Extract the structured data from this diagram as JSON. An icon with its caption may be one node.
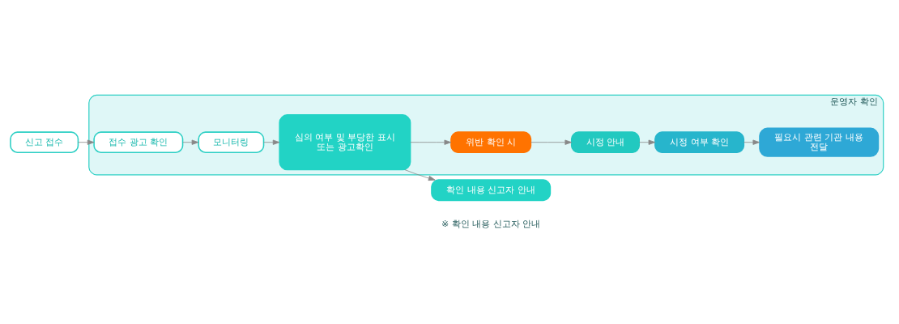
{
  "diagram": {
    "nodes": [
      {
        "text": [
          "신고 접수"
        ]
      },
      {
        "text": [
          "운영자 확인"
        ]
      },
      {
        "text": [
          "접수 광고 확인"
        ],
        "in": 1
      },
      {
        "text": [
          "모니터링"
        ],
        "in": 1
      },
      {
        "text": [
          "심의 여부 및 부당한 표시 또는 광고확인"
        ],
        "in": 1
      },
      {
        "text": [
          "위반 확인 시"
        ],
        "in": 1
      },
      {
        "text": [
          "시정 안내"
        ],
        "in": 1
      },
      {
        "text": [
          "시정 여부 확인"
        ],
        "in": 1
      },
      {
        "text": [
          "필요시 관련 기관 내용 전달"
        ],
        "in": 1
      },
      {
        "text": [
          "확인 내용 신고자 안내"
        ],
        "beside": [
          "※ 확인 내용 신고자 안내"
        ]
      }
    ],
    "edges": [
      {
        "from": 0,
        "to": 2,
        "arrow": "to"
      },
      {
        "from": 2,
        "to": 3,
        "arrow": "to"
      },
      {
        "from": 3,
        "to": 4,
        "arrow": "to"
      },
      {
        "from": 4,
        "to": 5,
        "arrow": "to"
      },
      {
        "from": 5,
        "to": 6,
        "arrow": "to"
      },
      {
        "from": 6,
        "to": 7,
        "arrow": "to"
      },
      {
        "from": 7,
        "to": 8,
        "arrow": "to"
      },
      {
        "from": 4,
        "to": 9,
        "arrow": "to"
      }
    ]
  }
}
